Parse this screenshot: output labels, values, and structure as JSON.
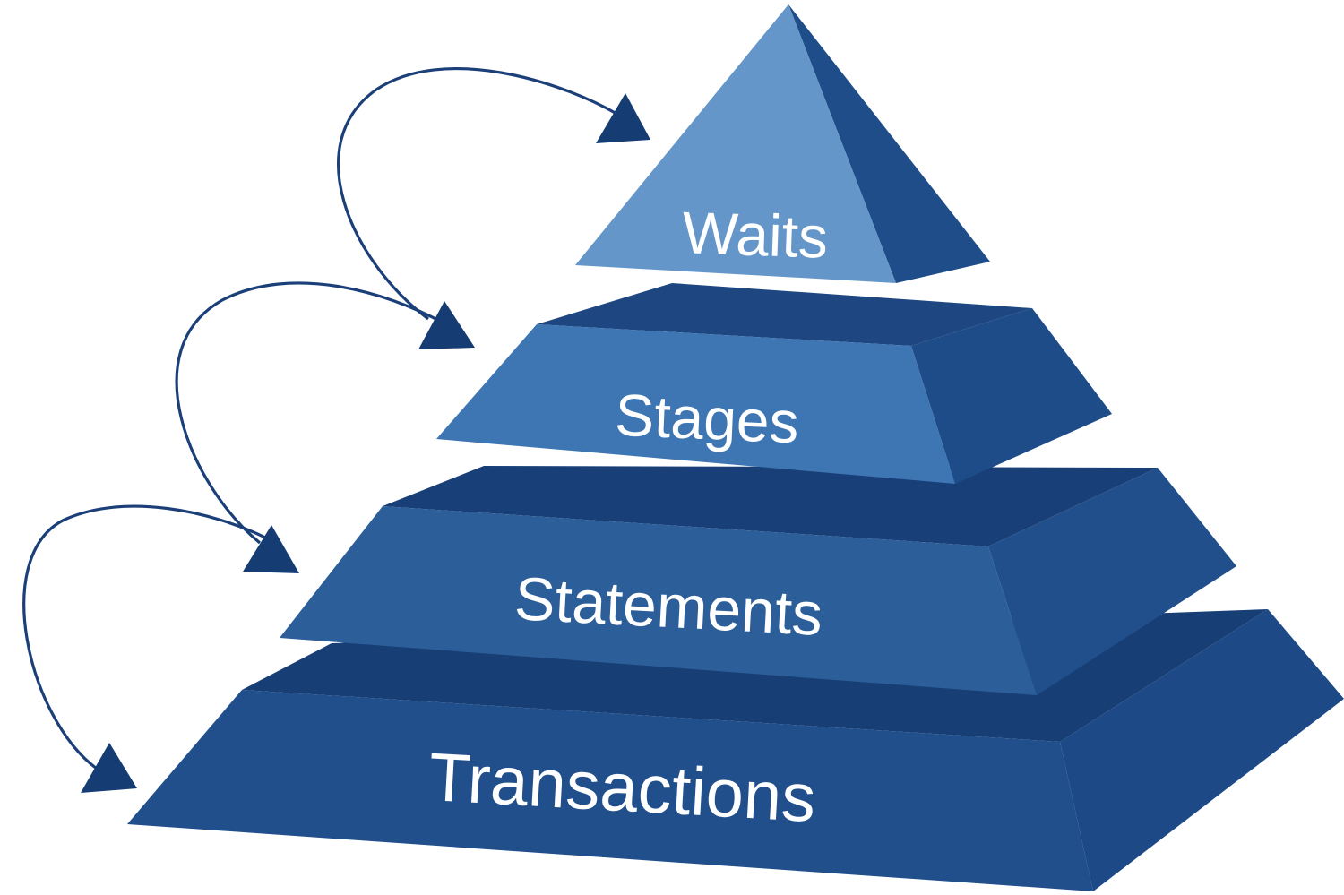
{
  "diagram": {
    "layers": [
      {
        "id": "waits",
        "label": "Waits"
      },
      {
        "id": "stages",
        "label": "Stages"
      },
      {
        "id": "statements",
        "label": "Statements"
      },
      {
        "id": "transactions",
        "label": "Transactions"
      }
    ],
    "colors": {
      "waits_front": "#6596c9",
      "waits_side": "#1f4d89",
      "stages_front": "#3e75b3",
      "stages_top": "#1e4781",
      "stages_side": "#1d4c88",
      "statements_front": "#2c5e99",
      "statements_top": "#183f77",
      "statements_side": "#214f8c",
      "transactions_front": "#204f8c",
      "transactions_top": "#173e75",
      "transactions_side": "#1d4a86",
      "arrow": "#1b3f78",
      "label_text": "#ffffff"
    }
  }
}
